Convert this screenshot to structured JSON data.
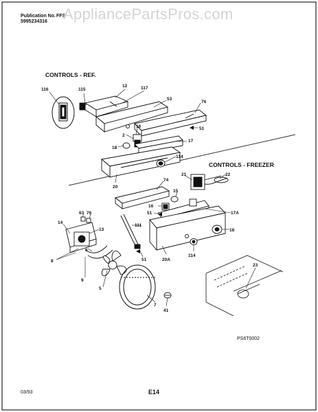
{
  "header": {
    "publication_label": "Publication No.",
    "publication_number": "5995234316",
    "model_fragment": "FFS",
    "watermark": "AppliancePartsPros.com"
  },
  "sections": {
    "ref_title": "CONTROLS - REF.",
    "freezer_title": "CONTROLS - FREEZER"
  },
  "callouts": {
    "c116": "116",
    "c115": "115",
    "c12": "12",
    "c117": "117",
    "c53": "53",
    "c76a": "76",
    "c51a": "51",
    "c2": "2",
    "c16a": "16",
    "c18a": "18",
    "c17": "17",
    "c114a": "114",
    "c20": "20",
    "c22": "22",
    "c21": "21",
    "c74": "74",
    "c15": "15",
    "c16b": "16",
    "c51b": "51",
    "c17a": "17A",
    "c63": "63",
    "c76b": "76",
    "c14": "14",
    "c13": "13",
    "c111": "111",
    "c18b": "18",
    "c51c": "51",
    "c6": "6",
    "c8": "8",
    "c9": "9",
    "c5": "5",
    "c20a": "20A",
    "c114b": "114",
    "c7": "7",
    "c41": "41",
    "c23": "23"
  },
  "footer": {
    "drawing_code": "PS6T0002",
    "date": "03/93",
    "page": "E14"
  }
}
